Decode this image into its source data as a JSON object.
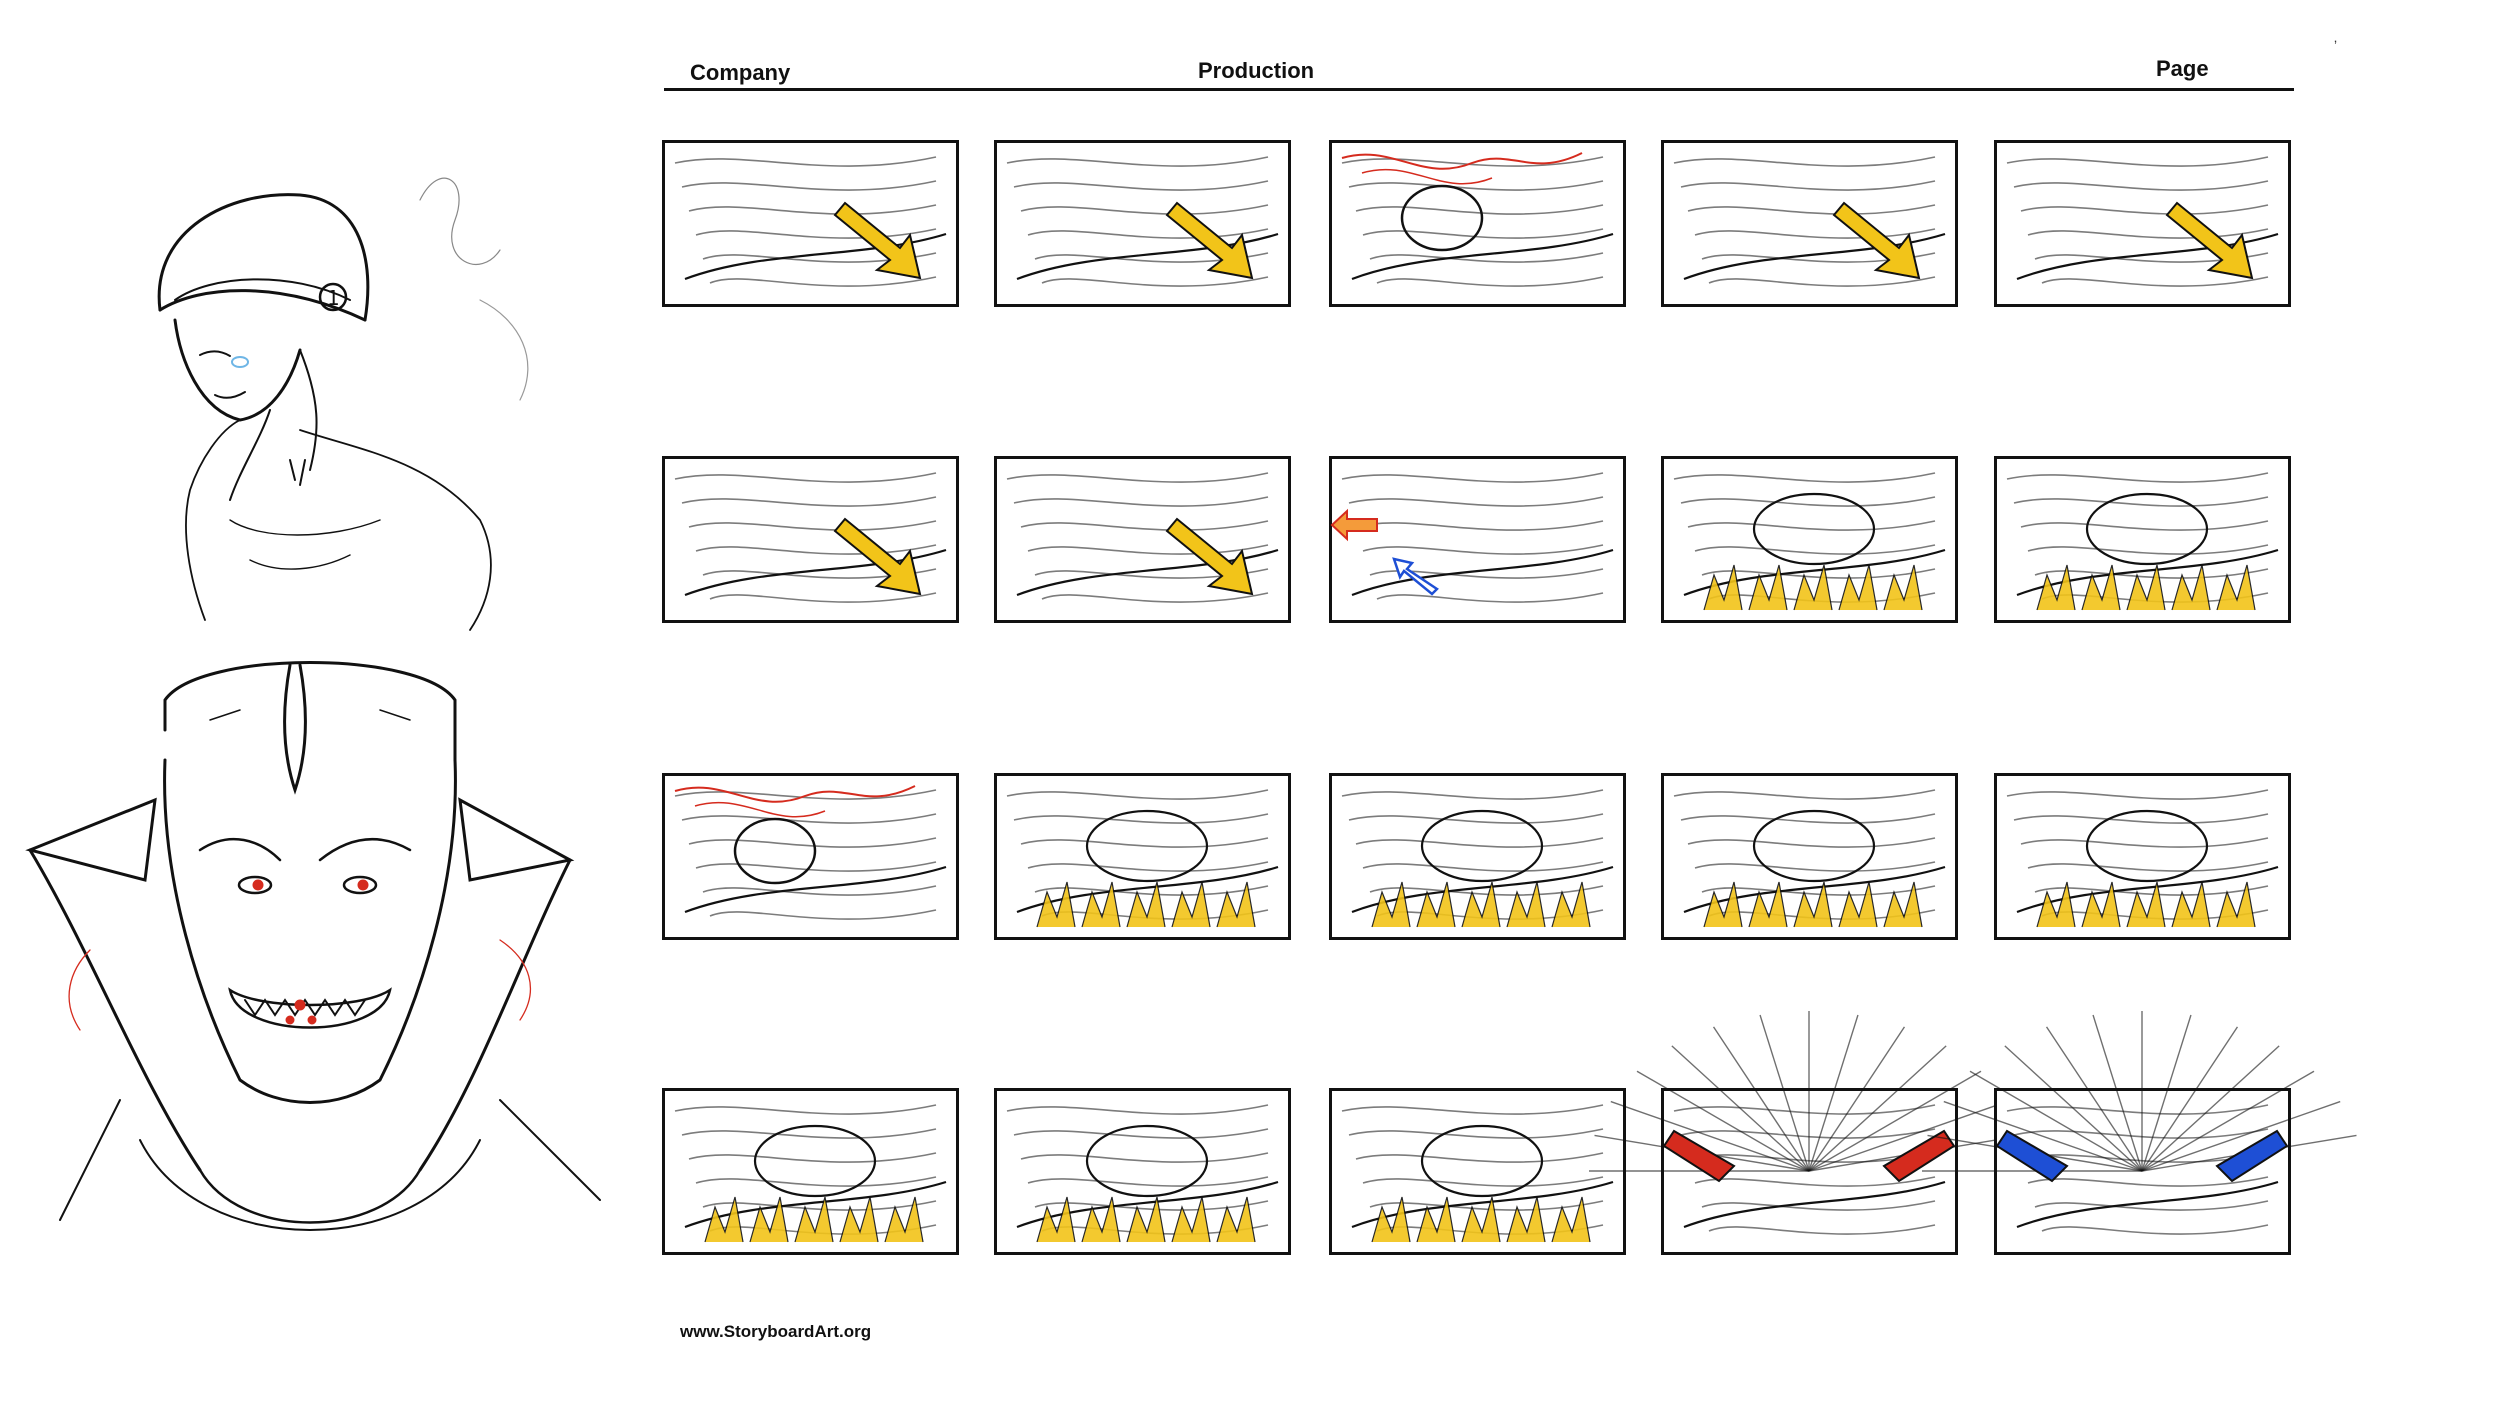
{
  "header": {
    "company_label": "Company",
    "production_label": "Production",
    "page_label": "Page"
  },
  "footer": {
    "website": "www.StoryboardArt.org"
  },
  "colors": {
    "ink": "#111111",
    "red_pencil": "#d52b1e",
    "blue_pencil": "#1e4fd5",
    "yellow_marker": "#f2c419",
    "light_blue": "#6fb6e6"
  },
  "character_sketches": [
    {
      "name": "helmeted-racer",
      "helmet_number": "1"
    },
    {
      "name": "armored-villain"
    }
  ],
  "panels": [
    {
      "id": 1,
      "accent": "yellow-arrow"
    },
    {
      "id": 2,
      "accent": "yellow-arrow"
    },
    {
      "id": 3,
      "accent": "red-sketch"
    },
    {
      "id": 4,
      "accent": "yellow-arrow"
    },
    {
      "id": 5,
      "accent": "yellow-arrow"
    },
    {
      "id": 6,
      "accent": "yellow-arrow"
    },
    {
      "id": 7,
      "accent": "yellow-arrow"
    },
    {
      "id": 8,
      "accent": "red-blue-arrows"
    },
    {
      "id": 9,
      "accent": "yellow-flames"
    },
    {
      "id": 10,
      "accent": "yellow-flames"
    },
    {
      "id": 11,
      "accent": "red-sketch"
    },
    {
      "id": 12,
      "accent": "yellow-flames"
    },
    {
      "id": 13,
      "accent": "yellow-flames"
    },
    {
      "id": 14,
      "accent": "yellow-flames"
    },
    {
      "id": 15,
      "accent": "yellow-flames"
    },
    {
      "id": 16,
      "accent": "yellow-flames"
    },
    {
      "id": 17,
      "accent": "yellow-flames"
    },
    {
      "id": 18,
      "accent": "yellow-flames"
    },
    {
      "id": 19,
      "accent": "red-eyes"
    },
    {
      "id": 20,
      "accent": "blue-eyes"
    }
  ]
}
